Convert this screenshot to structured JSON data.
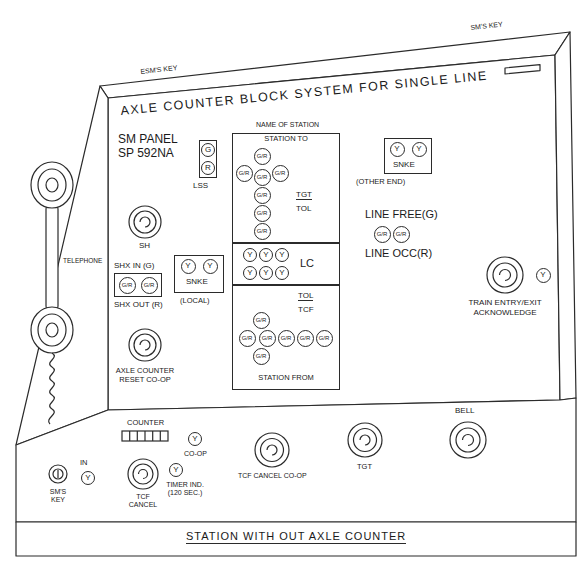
{
  "diagram": {
    "title": "AXLE COUNTER BLOCK SYSTEM FOR SINGLE LINE",
    "caption": "STATION WITH OUT AXLE COUNTER",
    "nodes": [
      {
        "text": [
          "LSS"
        ]
      },
      {
        "text": [
          "G"
        ],
        "in": 0
      },
      {
        "text": [
          "R"
        ],
        "in": 0
      },
      {
        "text": [
          "SHX IN (G)",
          "SHX OUT (R)"
        ]
      },
      {
        "text": [
          "G/R"
        ],
        "in": 3
      },
      {
        "text": [
          "G/R"
        ],
        "in": 3
      },
      {
        "text": [
          "SNKE",
          "(LOCAL)"
        ]
      },
      {
        "text": [
          "Y"
        ],
        "in": 6
      },
      {
        "text": [
          "Y"
        ],
        "in": 6
      },
      {
        "text": [
          "STATION TO",
          "TGT",
          "TOL"
        ]
      },
      {
        "text": [
          "G/R"
        ],
        "in": 9
      },
      {
        "text": [
          "G/R"
        ],
        "in": 9
      },
      {
        "text": [
          "G/R"
        ],
        "in": 9
      },
      {
        "text": [
          "G/R"
        ],
        "in": 9
      },
      {
        "text": [
          "G/R"
        ],
        "in": 9
      },
      {
        "text": [
          "G/R"
        ],
        "in": 9
      },
      {
        "text": [
          "G/R"
        ],
        "in": 9
      },
      {
        "text": [
          "LC"
        ]
      },
      {
        "text": [
          "Y"
        ],
        "in": 17
      },
      {
        "text": [
          "Y"
        ],
        "in": 17
      },
      {
        "text": [
          "Y"
        ],
        "in": 17
      },
      {
        "text": [
          "Y"
        ],
        "in": 17
      },
      {
        "text": [
          "Y"
        ],
        "in": 17
      },
      {
        "text": [
          "Y"
        ],
        "in": 17
      },
      {
        "text": [
          "TOL",
          "TCF",
          "STATION FROM"
        ]
      },
      {
        "text": [
          "G/R"
        ],
        "in": 24
      },
      {
        "text": [
          "G/R"
        ],
        "in": 24
      },
      {
        "text": [
          "G/R"
        ],
        "in": 24
      },
      {
        "text": [
          "G/R"
        ],
        "in": 24
      },
      {
        "text": [
          "G/R"
        ],
        "in": 24
      },
      {
        "text": [
          "G/R"
        ],
        "in": 24
      },
      {
        "text": [
          "G/R"
        ],
        "in": 24
      },
      {
        "text": [
          "SNKE",
          "(OTHER END)"
        ]
      },
      {
        "text": [
          "Y"
        ],
        "in": 32
      },
      {
        "text": [
          "Y"
        ],
        "in": 32
      },
      {
        "text": [
          "G/R"
        ]
      },
      {
        "text": [
          "G/R"
        ]
      },
      {
        "text": [
          "Y"
        ]
      },
      {
        "text": [
          "Y"
        ]
      },
      {
        "text": [
          "Y"
        ]
      },
      {
        "text": [
          "Y"
        ]
      }
    ],
    "labels": [
      "ESM'S KEY",
      "SM'S KEY",
      "NAME OF STATION",
      "SM PANEL SP 592NA",
      "TELEPHONE",
      "SH",
      "AXLE COUNTER RESET CO-OP",
      "LINE FREE(G)",
      "LINE OCC(R)",
      "TRAIN ENTRY/EXIT ACKNOWLEDGE",
      "COUNTER",
      "IN",
      "SM'S KEY",
      "TCF CANCEL",
      "CO-OP",
      "TIMER IND. (120 SEC.)",
      "TCF CANCEL CO-OP",
      "TGT",
      "BELL"
    ]
  }
}
